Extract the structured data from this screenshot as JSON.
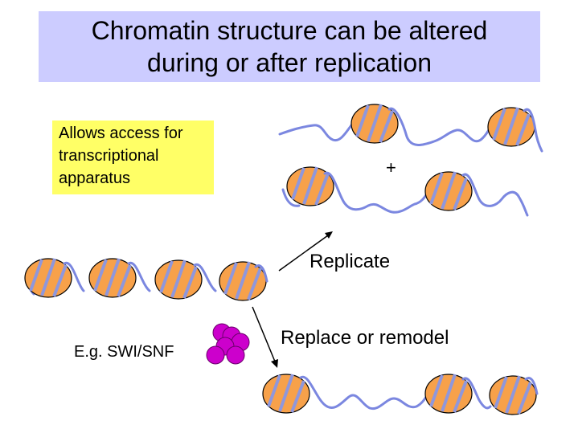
{
  "title": {
    "line1": "Chromatin structure can be altered",
    "line2": "during or after replication"
  },
  "note": {
    "line1": "Allows access for",
    "line2": "transcriptional",
    "line3": "apparatus"
  },
  "labels": {
    "plus": "+",
    "replicate": "Replicate",
    "replace": "Replace or remodel",
    "example": "E.g. SWI/SNF"
  },
  "colors": {
    "title_bg": "#ccccff",
    "note_bg": "#ffff66",
    "nucleosome": "#f7a14a",
    "dna": "#7b87e0",
    "complex": "#cc00cc"
  }
}
